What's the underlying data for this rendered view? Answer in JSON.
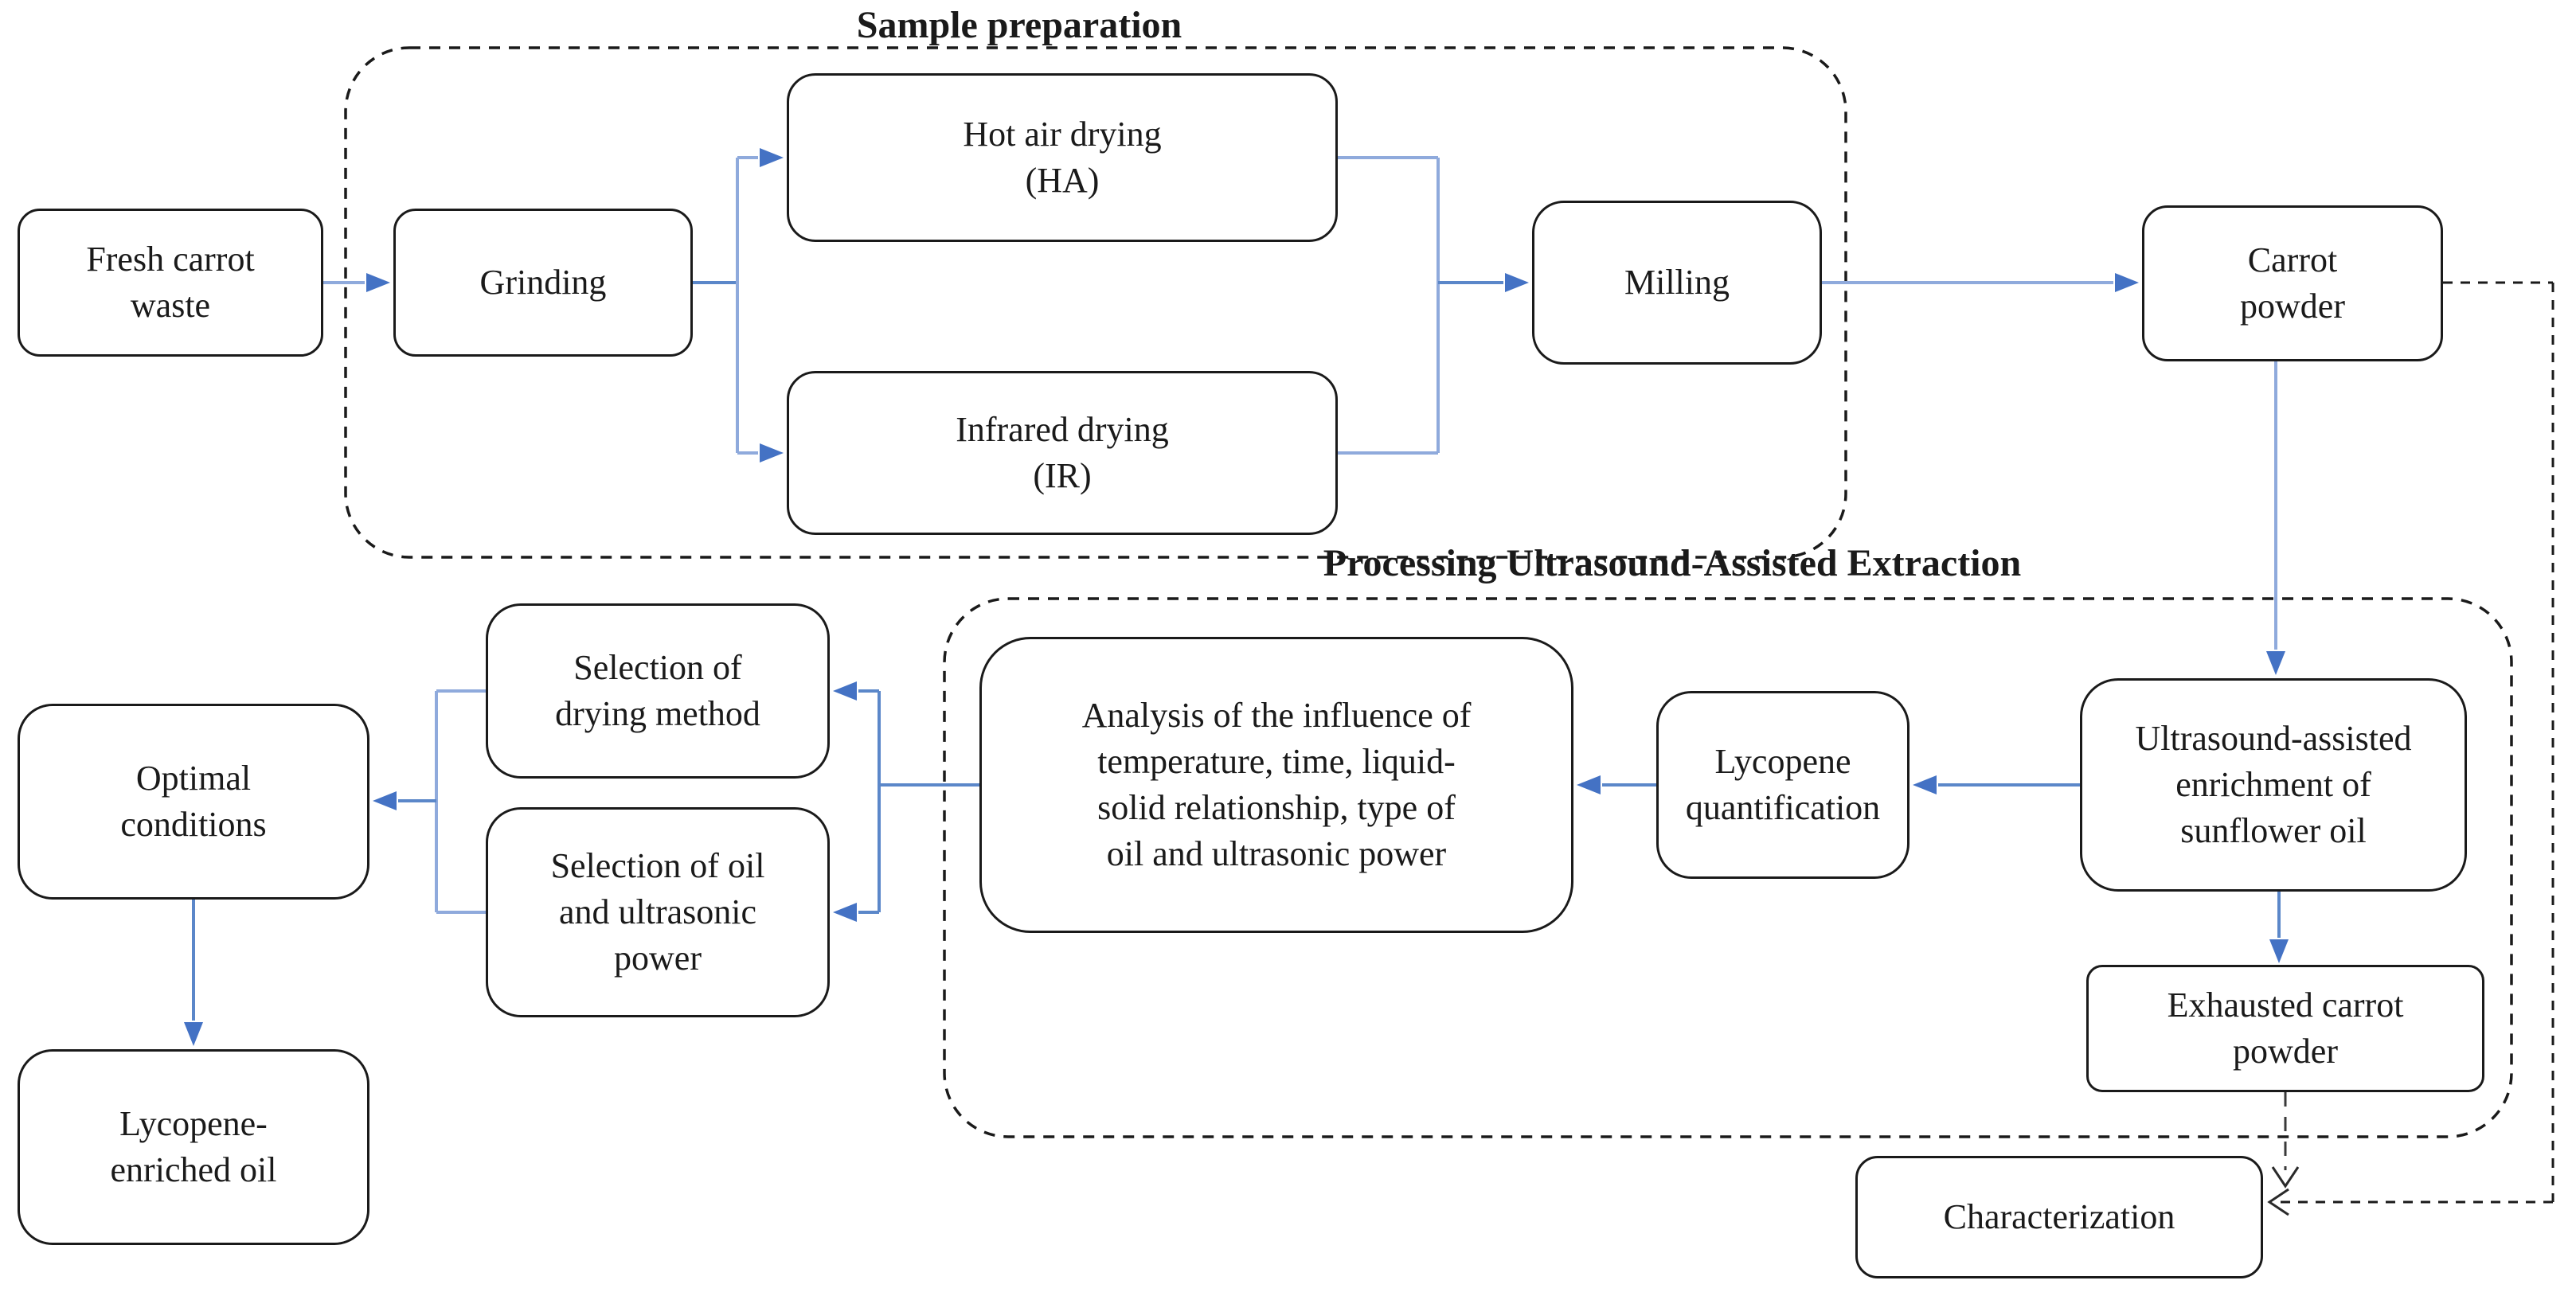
{
  "figure": {
    "sections": {
      "sample_preparation": {
        "title": "Sample preparation"
      },
      "processing": {
        "title": "Processing Ultrasound-Assisted Extraction"
      }
    },
    "nodes": {
      "fresh_carrot_waste": {
        "label": "Fresh carrot\nwaste"
      },
      "grinding": {
        "label": "Grinding"
      },
      "hot_air_drying": {
        "label": "Hot air drying\n(HA)"
      },
      "infrared_drying": {
        "label": "Infrared drying\n(IR)"
      },
      "milling": {
        "label": "Milling"
      },
      "carrot_powder": {
        "label": "Carrot\npowder"
      },
      "analysis": {
        "label": "Analysis of the influence of\ntemperature, time, liquid-\nsolid relationship, type of\noil and ultrasonic power"
      },
      "lycopene_quantification": {
        "label": "Lycopene\nquantification"
      },
      "ultrasound_enrichment": {
        "label": "Ultrasound-assisted\nenrichment of\nsunflower oil"
      },
      "exhausted_carrot_powder": {
        "label": "Exhausted carrot\npowder"
      },
      "selection_drying_method": {
        "label": "Selection of\ndrying method"
      },
      "selection_oil_ultrasonic": {
        "label": "Selection of oil\nand ultrasonic\npower"
      },
      "optimal_conditions": {
        "label": "Optimal\nconditions"
      },
      "lycopene_enriched_oil": {
        "label": "Lycopene-\nenriched oil"
      },
      "characterization": {
        "label": "Characterization"
      }
    },
    "colors": {
      "arrow_blue": "#4472c4",
      "arrow_blue_mid": "#5b87c9",
      "arrow_blue_light": "#8faadc",
      "line_black": "#1a1a1a",
      "background": "#ffffff"
    }
  }
}
